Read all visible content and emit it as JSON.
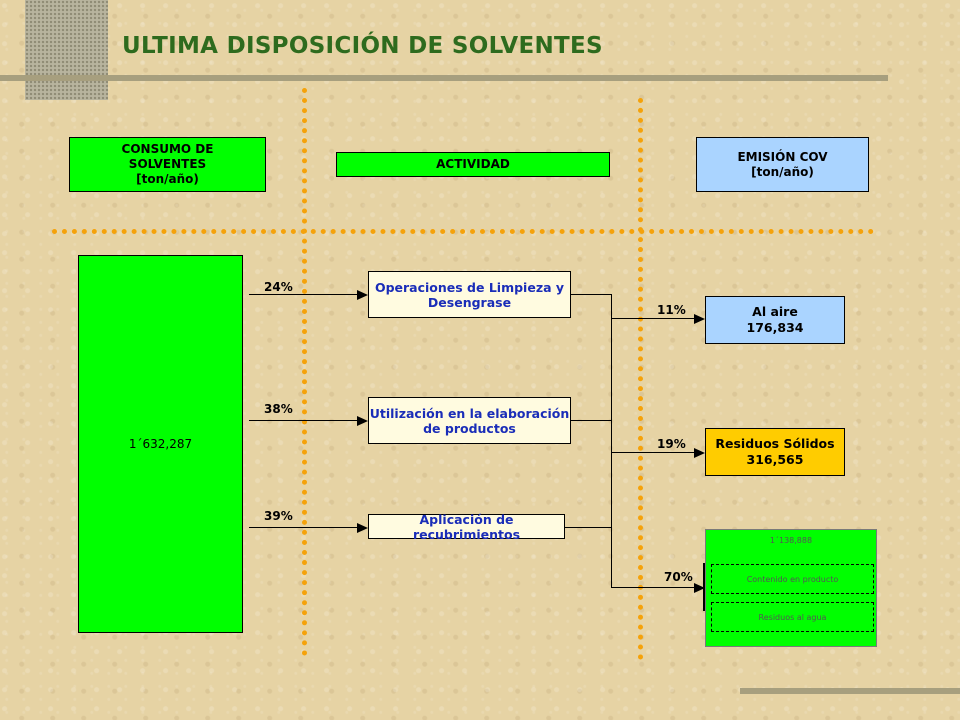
{
  "title": "ULTIMA DISPOSICIÓN DE SOLVENTES",
  "headers": {
    "consumo": [
      "CONSUMO DE",
      "SOLVENTES",
      "[ton/año)"
    ],
    "actividad": "ACTIVIDAD",
    "emision": [
      "EMISIÓN COV",
      "[ton/año)"
    ]
  },
  "total": "1´632,287",
  "activities": [
    {
      "pct": "24%",
      "label": [
        "Operaciones de Limpieza y",
        "Desengrase"
      ]
    },
    {
      "pct": "38%",
      "label": [
        "Utilización en la elaboración",
        "de productos"
      ]
    },
    {
      "pct": "39%",
      "label": [
        "Aplicación de recubrimientos"
      ]
    }
  ],
  "emissions": [
    {
      "pct": "11%",
      "label": "Al aire",
      "value": "176,834"
    },
    {
      "pct": "19%",
      "label": "Residuos Sólidos",
      "value": "316,565"
    },
    {
      "pct": "70%",
      "value": "1´138,888",
      "sub": [
        "Contenido en producto",
        "Residuos al agua"
      ]
    }
  ],
  "colors": {
    "green_box": "#00ff00",
    "blue_box": "#aad4ff",
    "yellow_box": "#ffcc00",
    "dashed_lines": "#f5a20a",
    "title_text": "#2e6b1e",
    "activity_text": "#1a2db8"
  }
}
